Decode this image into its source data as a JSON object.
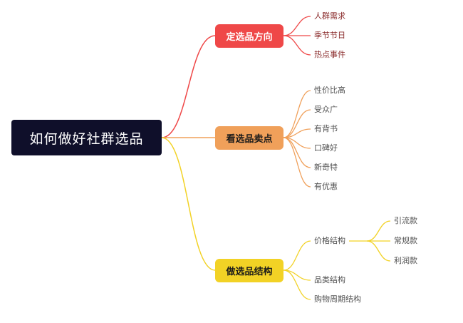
{
  "root": {
    "label": "如何做好社群选品"
  },
  "branches": [
    {
      "label": "定选品方向",
      "color": "#ef4848",
      "children": [
        "人群需求",
        "季节节日",
        "热点事件"
      ]
    },
    {
      "label": "看选品卖点",
      "color": "#f0a05a",
      "children": [
        "性价比高",
        "受众广",
        "有背书",
        "口碑好",
        "新奇特",
        "有优惠"
      ]
    },
    {
      "label": "做选品结构",
      "color": "#f2d225",
      "children": [
        "价格结构",
        "品类结构",
        "购物周期结构"
      ],
      "sub": {
        "parent": "价格结构",
        "children": [
          "引流款",
          "常规款",
          "利润款"
        ]
      }
    }
  ],
  "colors": {
    "root_bg": "#0f0f2a",
    "red": "#ef4848",
    "orange": "#f0a05a",
    "yellow": "#f2d225"
  }
}
